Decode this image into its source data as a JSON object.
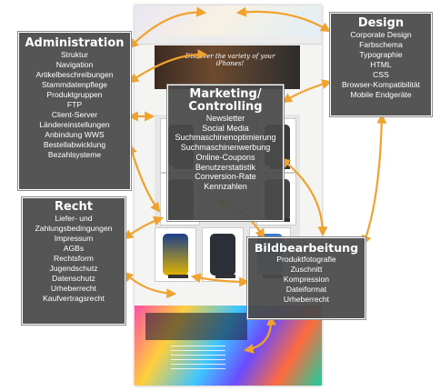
{
  "screenshot": {
    "banner_text": "Discover the variety of your iPhones!"
  },
  "boxes": {
    "administration": {
      "title": "Administration",
      "items": [
        "Struktur",
        "Navigation",
        "Artikelbeschreibungen",
        "Stammdatenpflege",
        "Produktgruppen",
        "FTP",
        "Client-Server",
        "Ländereinstellungen",
        "Anbindung WWS",
        "Bestellabwicklung",
        "Bezahlsysteme"
      ]
    },
    "design": {
      "title": "Design",
      "items": [
        "Corporate Design",
        "Farbschema",
        "Typographie",
        "HTML",
        "CSS",
        "Browser-Kompatibilität",
        "Mobile Endgeräte"
      ]
    },
    "recht": {
      "title": "Recht",
      "items": [
        "Liefer- und",
        "Zahlungsbedingungen",
        "Impressum",
        "AGBs",
        "Rechtsform",
        "Jugendschutz",
        "Datenschutz",
        "Urheberrecht",
        "Kaufvertragsrecht"
      ]
    },
    "marketing": {
      "title_line1": "Marketing/",
      "title_line2": "Controlling",
      "items": [
        "Newsletter",
        "Social Media",
        "Suchmaschinenoptimierung",
        "Suchmaschinenwerbung",
        "Online-Coupons",
        "Benutzerstatistik",
        "Conversion-Rate",
        "Kennzahlen"
      ]
    },
    "bildbearbeitung": {
      "title": "Bildbearbeitung",
      "items": [
        "Produktfotografie",
        "Zuschnitt",
        "Kompression",
        "Dateiformat",
        "Urheberrecht"
      ]
    }
  },
  "colors": {
    "box_fill": "#4a4a4a",
    "box_border": "#ffffff",
    "arrow": "#f0a22e",
    "text": "#ffffff"
  }
}
